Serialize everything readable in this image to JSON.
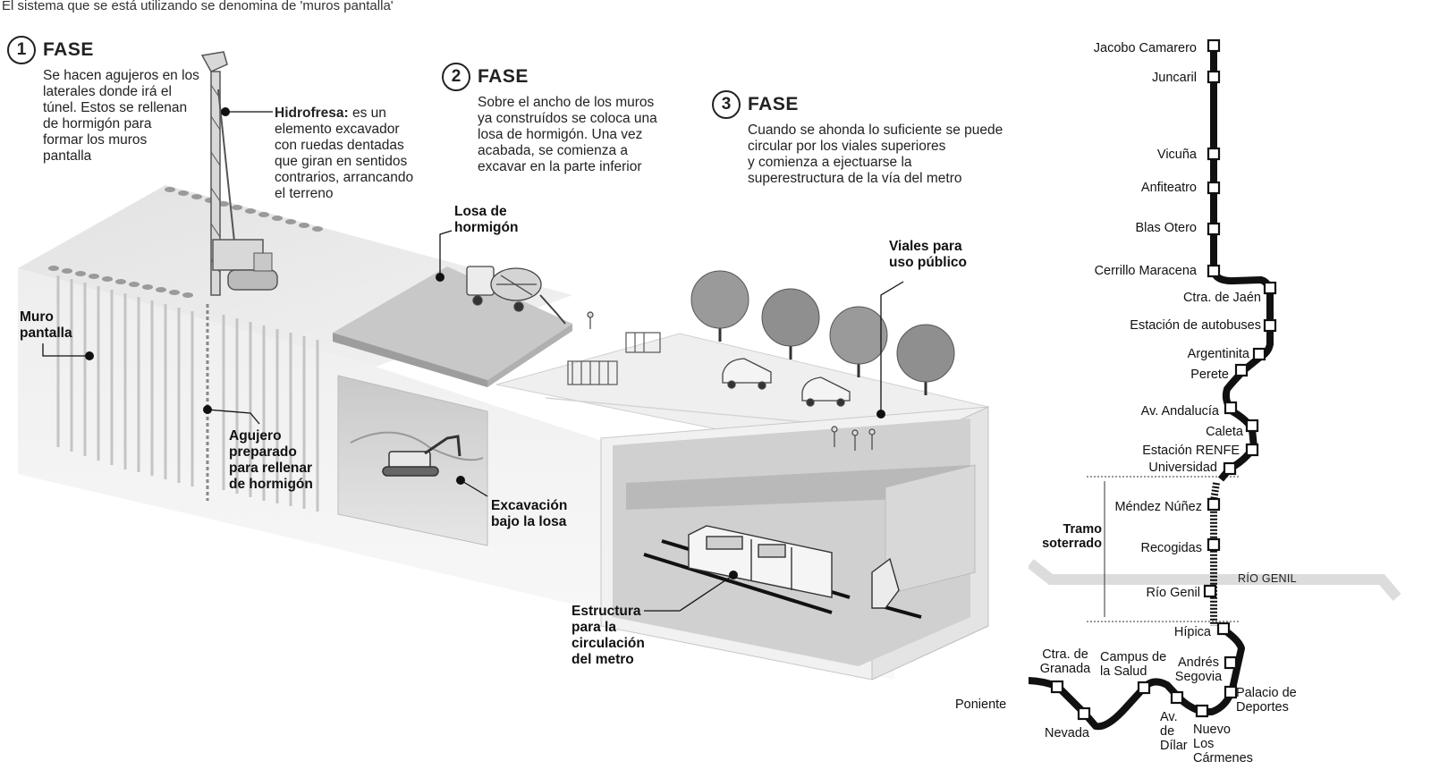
{
  "subtitle": "El sistema que se está utilizando se denomina de 'muros pantalla'",
  "phases": [
    {
      "num": "1",
      "label": "FASE",
      "text": [
        "Se hacen agujeros en los",
        "laterales donde irá el",
        "túnel. Estos se rellenan",
        "de hormigón para",
        "formar los muros",
        "pantalla"
      ]
    },
    {
      "num": "2",
      "label": "FASE",
      "text": [
        "Sobre el ancho de los muros",
        "ya construídos  se coloca una",
        "losa de hormigón. Una vez",
        "acabada, se comienza a",
        "excavar en la parte inferior"
      ]
    },
    {
      "num": "3",
      "label": "FASE",
      "text": [
        "Cuando se ahonda lo suficiente se puede",
        "circular por los viales superiores",
        "y comienza a ejectuarse la",
        "superestructura de la vía del metro"
      ]
    }
  ],
  "callouts": {
    "hidrofresa_title": "Hidrofresa:",
    "hidrofresa_lines": [
      " es un",
      "elemento excavador",
      "con ruedas dentadas",
      "que giran en sentidos",
      "contrarios, arrancando",
      "el terreno"
    ],
    "muro_pantalla": [
      "Muro",
      "pantalla"
    ],
    "agujero": [
      "Agujero",
      "preparado",
      "para rellenar",
      "de hormigón"
    ],
    "losa": [
      "Losa de",
      "hormigón"
    ],
    "excavacion": [
      "Excavación",
      "bajo la losa"
    ],
    "viales": [
      "Viales para",
      "uso público"
    ],
    "estructura": [
      "Estructura",
      "para la",
      "circulación",
      "del metro"
    ]
  },
  "map": {
    "stations_top": [
      "Jacobo Camarero",
      "Juncaril",
      "Vicuña",
      "Anfiteatro",
      "Blas Otero",
      "Cerrillo Maracena",
      "Ctra. de Jaén",
      "Estación de autobuses",
      "Argentinita",
      "Perete",
      "Av. Andalucía",
      "Caleta",
      "Estación RENFE",
      "Universidad"
    ],
    "stations_tunnel": [
      "Méndez Núñez",
      "Recogidas",
      "Río Genil"
    ],
    "stations_south": [
      "Hípica",
      "Andrés Segovia",
      "Palacio de Deportes",
      "Nuevo Los Cármenes",
      "Av. de Dílar",
      "Campus de la Salud",
      "Ctra. de Granada",
      "Nevada",
      "Poniente"
    ],
    "tramo_label": [
      "Tramo",
      "soterrado"
    ],
    "river_label": "RÍO GENIL",
    "colors": {
      "line": "#111111",
      "river": "#dcdcdc",
      "station_fill": "#ffffff"
    }
  }
}
